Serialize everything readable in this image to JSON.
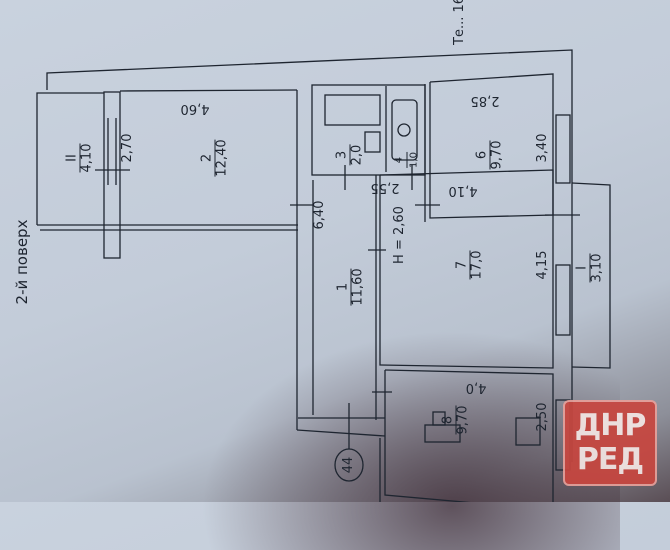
{
  "floor_label": "2-й поверх",
  "top_note": "Те... 16",
  "ceiling_height": "H = 2,60",
  "apartment_number": "44",
  "rooms": [
    {
      "id": "II",
      "area": "4,10"
    },
    {
      "id": "2",
      "area": "12,40"
    },
    {
      "id": "3",
      "area": "2,0"
    },
    {
      "id": "4",
      "area": "1,0"
    },
    {
      "id": "6",
      "area": "9,70"
    },
    {
      "id": "1",
      "area": "11,60"
    },
    {
      "id": "7",
      "area": "17,0"
    },
    {
      "id": "8",
      "area": "9,70"
    },
    {
      "id": "I",
      "area": "3,10"
    }
  ],
  "dimensions": {
    "balcony_ii_width": "2,70",
    "room2_length": "4,60",
    "bath_width": "2,55",
    "room6_length": "2,85",
    "room6_width": "3,40",
    "corridor_length": "6,40",
    "room7_length": "4,10",
    "room7_width": "4,15",
    "room8_length": "4,0",
    "room8_width": "2,50"
  },
  "logo": {
    "line1": "ДНР",
    "line2": "РЕД",
    "color": "#c8463f"
  }
}
